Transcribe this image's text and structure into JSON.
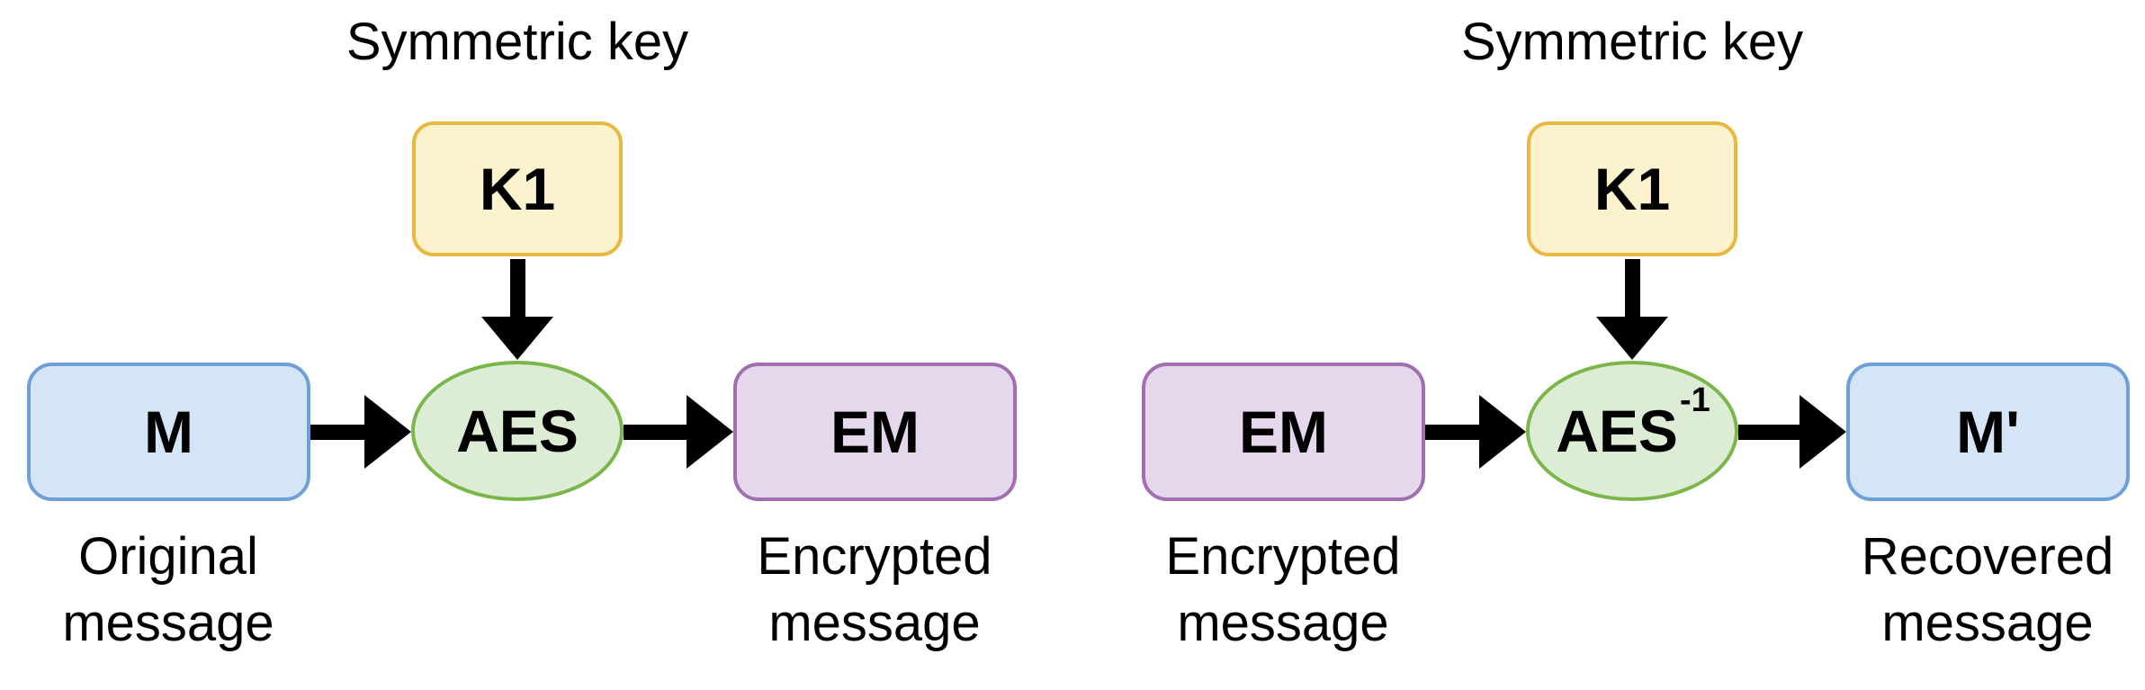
{
  "colors": {
    "background": "#ffffff",
    "text": "#000000",
    "arrow": "#000000",
    "blue_fill": "#d4e5f7",
    "blue_border": "#6f9fd8",
    "yellow_fill": "#fdf2ce",
    "yellow_border": "#e7b940",
    "green_fill": "#dcecd5",
    "green_border": "#7ab648",
    "purple_fill": "#e6d8ec",
    "purple_border": "#a16fb0"
  },
  "diagrams": [
    {
      "name": "encryption",
      "key_caption": "Symmetric key",
      "key_node": {
        "label": "K1",
        "color": "yellow"
      },
      "input_node": {
        "label": "M",
        "color": "blue",
        "caption_line1": "Original",
        "caption_line2": "message"
      },
      "process_node": {
        "label": "AES",
        "sup": "",
        "color": "green"
      },
      "output_node": {
        "label": "EM",
        "color": "purple",
        "caption_line1": "Encrypted",
        "caption_line2": "message"
      }
    },
    {
      "name": "decryption",
      "key_caption": "Symmetric key",
      "key_node": {
        "label": "K1",
        "color": "yellow"
      },
      "input_node": {
        "label": "EM",
        "color": "purple",
        "caption_line1": "Encrypted",
        "caption_line2": "message"
      },
      "process_node": {
        "label": "AES",
        "sup": "-1",
        "color": "green"
      },
      "output_node": {
        "label": "M'",
        "color": "blue",
        "caption_line1": "Recovered",
        "caption_line2": "message"
      }
    }
  ]
}
